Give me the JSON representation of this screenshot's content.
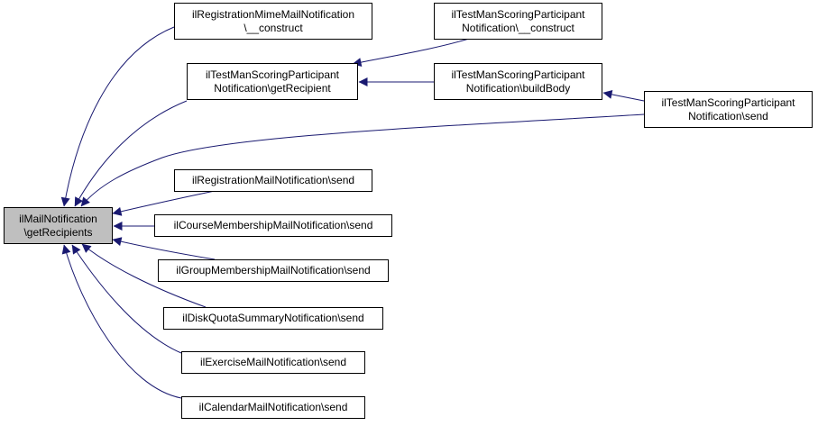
{
  "graph": {
    "colors": {
      "edge": "#191970",
      "node_border": "#000000",
      "node_fill": "#ffffff",
      "focus_fill": "#bfbfbf"
    },
    "nodes": {
      "get_recipients": {
        "line1": "ilMailNotification",
        "line2": "\\getRecipients"
      },
      "reg_mime_construct": {
        "line1": "ilRegistrationMimeMailNotification",
        "line2": "\\__construct"
      },
      "tm_get_recipient": {
        "line1": "ilTestManScoringParticipant",
        "line2": "Notification\\getRecipient"
      },
      "tm_construct": {
        "line1": "ilTestManScoringParticipant",
        "line2": "Notification\\__construct"
      },
      "tm_build_body": {
        "line1": "ilTestManScoringParticipant",
        "line2": "Notification\\buildBody"
      },
      "tm_send": {
        "line1": "ilTestManScoringParticipant",
        "line2": "Notification\\send"
      },
      "reg_mail_send": {
        "line1": "ilRegistrationMailNotification\\send"
      },
      "course_send": {
        "line1": "ilCourseMembershipMailNotification\\send"
      },
      "group_send": {
        "line1": "ilGroupMembershipMailNotification\\send"
      },
      "disk_send": {
        "line1": "ilDiskQuotaSummaryNotification\\send"
      },
      "exercise_send": {
        "line1": "ilExerciseMailNotification\\send"
      },
      "calendar_send": {
        "line1": "ilCalendarMailNotification\\send"
      }
    },
    "edges": [
      {
        "from": "reg_mime_construct",
        "to": "get_recipients"
      },
      {
        "from": "tm_get_recipient",
        "to": "get_recipients"
      },
      {
        "from": "tm_send",
        "to": "get_recipients"
      },
      {
        "from": "reg_mail_send",
        "to": "get_recipients"
      },
      {
        "from": "course_send",
        "to": "get_recipients"
      },
      {
        "from": "group_send",
        "to": "get_recipients"
      },
      {
        "from": "disk_send",
        "to": "get_recipients"
      },
      {
        "from": "exercise_send",
        "to": "get_recipients"
      },
      {
        "from": "calendar_send",
        "to": "get_recipients"
      },
      {
        "from": "tm_construct",
        "to": "tm_get_recipient"
      },
      {
        "from": "tm_build_body",
        "to": "tm_get_recipient"
      },
      {
        "from": "tm_send",
        "to": "tm_build_body"
      }
    ]
  }
}
